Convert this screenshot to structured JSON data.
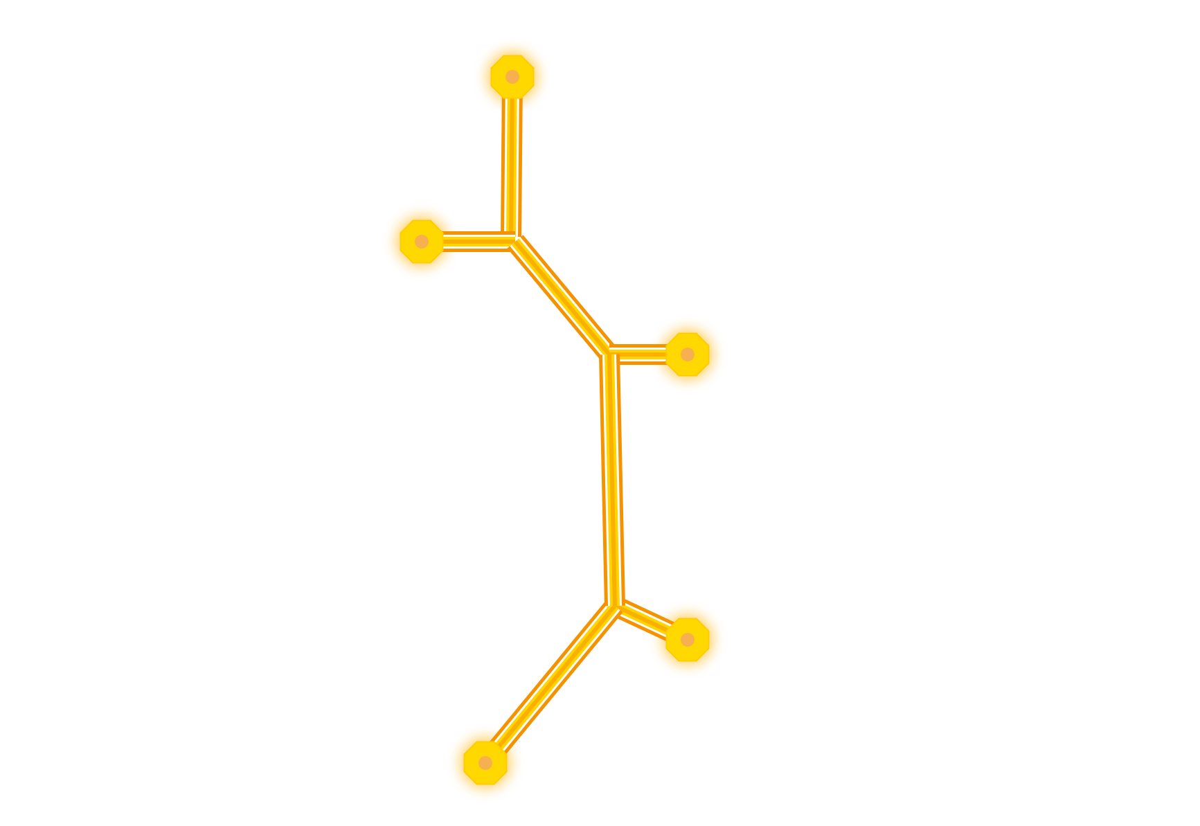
{
  "diagram": {
    "type": "glowing-node-link-path",
    "colors": {
      "background": "#ffffff",
      "link_outer": "#f59200",
      "link_inner": "#ffd400",
      "node_ring": "#ffd800",
      "node_core": "#f7b050",
      "glow": "#ffb000"
    },
    "nodes": [
      {
        "id": "top"
      },
      {
        "id": "upper-left"
      },
      {
        "id": "upper-junction"
      },
      {
        "id": "right-upper"
      },
      {
        "id": "lower-junction"
      },
      {
        "id": "right-lower"
      },
      {
        "id": "bottom-left"
      }
    ],
    "links": [
      {
        "from": "top",
        "to": "upper-junction"
      },
      {
        "from": "upper-left",
        "to": "upper-junction"
      },
      {
        "from": "upper-junction",
        "to": "right-upper"
      },
      {
        "from": "right-upper",
        "to": "lower-junction"
      },
      {
        "from": "lower-junction",
        "to": "right-lower"
      },
      {
        "from": "lower-junction",
        "to": "bottom-left"
      }
    ]
  }
}
